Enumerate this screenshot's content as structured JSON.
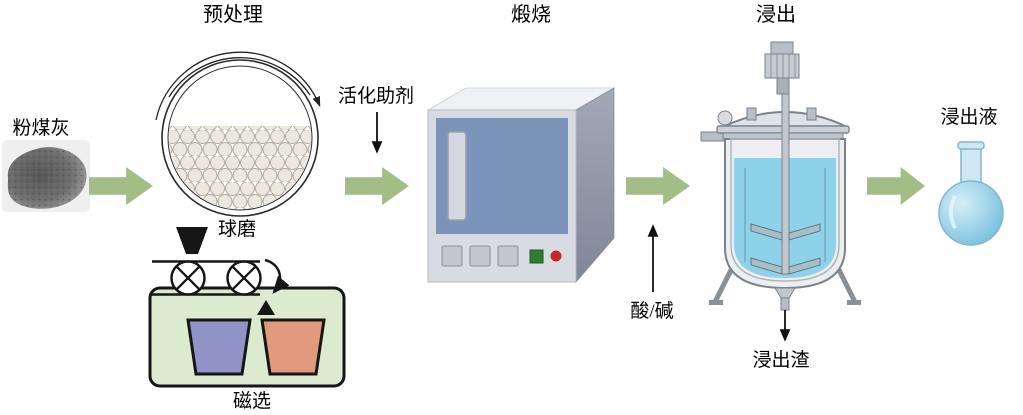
{
  "stages": {
    "pretreatment": "预处理",
    "calcination": "煅烧",
    "leaching": "浸出"
  },
  "items": {
    "fly_ash": "粉煤灰",
    "ball_mill": "球磨",
    "magnetic_separation": "磁选",
    "activation_additive": "活化助剂",
    "acid_alkali": "酸/碱",
    "leachate": "浸出液",
    "leach_residue": "浸出渣"
  },
  "colors": {
    "flow_arrow": "#a2bd85",
    "separator_body": "#dcead0",
    "bin_left": "#9194c9",
    "bin_right": "#e29a7e",
    "furnace_panel": "#7d94ba",
    "furnace_body": "#d8dbe1",
    "reactor_liquid": "#8ed2ea",
    "flask_liquid": "#a8d8ec"
  }
}
